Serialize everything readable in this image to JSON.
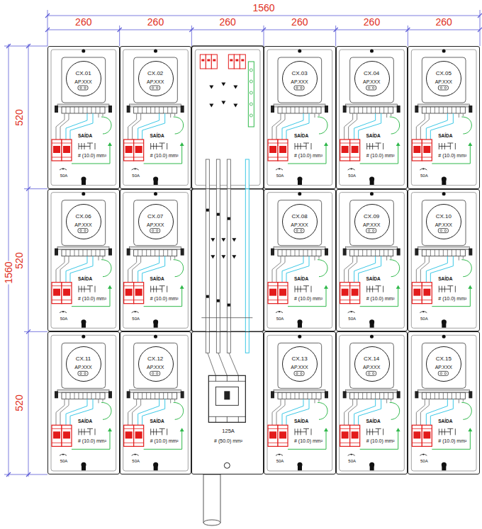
{
  "diagram": {
    "nodes": [
      {
        "text": [
          "SAÍDA",
          "# (10.0) mm²",
          "50A"
        ]
      },
      {
        "text": [
          "CX.01",
          "AP.XXX"
        ],
        "in": 0
      },
      {
        "text": [
          "SAÍDA",
          "# (10.0) mm²",
          "50A"
        ]
      },
      {
        "text": [
          "CX.02",
          "AP.XXX"
        ],
        "in": 2
      },
      {
        "text": [
          "SAÍDA",
          "# (10.0) mm²",
          "50A"
        ]
      },
      {
        "text": [
          "CX.03",
          "AP.XXX"
        ],
        "in": 4
      },
      {
        "text": [
          "SAÍDA",
          "# (10.0) mm²",
          "50A"
        ]
      },
      {
        "text": [
          "CX.04",
          "AP.XXX"
        ],
        "in": 6
      },
      {
        "text": [
          "SAÍDA",
          "# (10.0) mm²",
          "50A"
        ]
      },
      {
        "text": [
          "CX.05",
          "AP.XXX"
        ],
        "in": 8
      },
      {
        "text": [
          "SAÍDA",
          "# (10.0) mm²",
          "50A"
        ]
      },
      {
        "text": [
          "CX.06",
          "AP.XXX"
        ],
        "in": 10
      },
      {
        "text": [
          "SAÍDA",
          "# (10.0) mm²",
          "50A"
        ]
      },
      {
        "text": [
          "CX.07",
          "AP.XXX"
        ],
        "in": 12
      },
      {
        "text": [
          "SAÍDA",
          "# (10.0) mm²",
          "50A"
        ]
      },
      {
        "text": [
          "CX.08",
          "AP.XXX"
        ],
        "in": 14
      },
      {
        "text": [
          "SAÍDA",
          "# (10.0) mm²",
          "50A"
        ]
      },
      {
        "text": [
          "CX.09",
          "AP.XXX"
        ],
        "in": 16
      },
      {
        "text": [
          "SAÍDA",
          "# (10.0) mm²",
          "50A"
        ]
      },
      {
        "text": [
          "CX.10",
          "AP.XXX"
        ],
        "in": 18
      },
      {
        "text": [
          "SAÍDA",
          "# (10.0) mm²",
          "50A"
        ]
      },
      {
        "text": [
          "CX.11",
          "AP.XXX"
        ],
        "in": 20
      },
      {
        "text": [
          "SAÍDA",
          "# (10.0) mm²",
          "50A"
        ]
      },
      {
        "text": [
          "CX.12",
          "AP.XXX"
        ],
        "in": 22
      },
      {
        "text": [
          "125A",
          "# (50.0) mm²"
        ]
      },
      {
        "text": [
          "SAÍDA",
          "# (10.0) mm²",
          "50A"
        ]
      },
      {
        "text": [
          "CX.13",
          "AP.XXX"
        ],
        "in": 25
      },
      {
        "text": [
          "SAÍDA",
          "# (10.0) mm²",
          "50A"
        ]
      },
      {
        "text": [
          "CX.14",
          "AP.XXX"
        ],
        "in": 27
      },
      {
        "text": [
          "SAÍDA",
          "# (10.0) mm²",
          "50A"
        ]
      },
      {
        "text": [
          "CX.15",
          "AP.XXX"
        ],
        "in": 29
      }
    ],
    "labels": [
      "1560",
      "260",
      "260",
      "260",
      "260",
      "260",
      "260",
      "520",
      "520",
      "520",
      "1560"
    ]
  }
}
